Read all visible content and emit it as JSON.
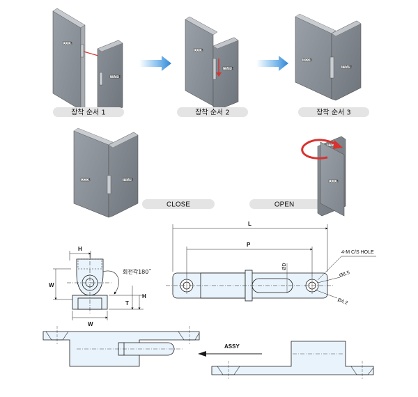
{
  "steps": {
    "step1": "장착 순서  1",
    "step2": "장착 순서  2",
    "step3": "장착 순서  3"
  },
  "states": {
    "close": "CLOSE",
    "open": "OPEN"
  },
  "tags": {
    "door": "DOOR",
    "frame": "FRAME"
  },
  "dimensions": {
    "L": "L",
    "P": "P",
    "phiD": "ØD",
    "phi85": "Ø8.5",
    "phi42": "Ø4.2",
    "hole": "4-M C/S HOLE",
    "H": "H",
    "W": "W",
    "T": "T",
    "rotation": "회전각180˚"
  },
  "assy_label": "ASSY",
  "colors": {
    "panel_front": "#8e949c",
    "panel_side": "#b9bec4",
    "pill": "#e4e4e4",
    "arrow": "#3a8fd8",
    "red": "#d8322e",
    "part_fill": "#e9f3fb",
    "line": "#1a1a1a"
  }
}
